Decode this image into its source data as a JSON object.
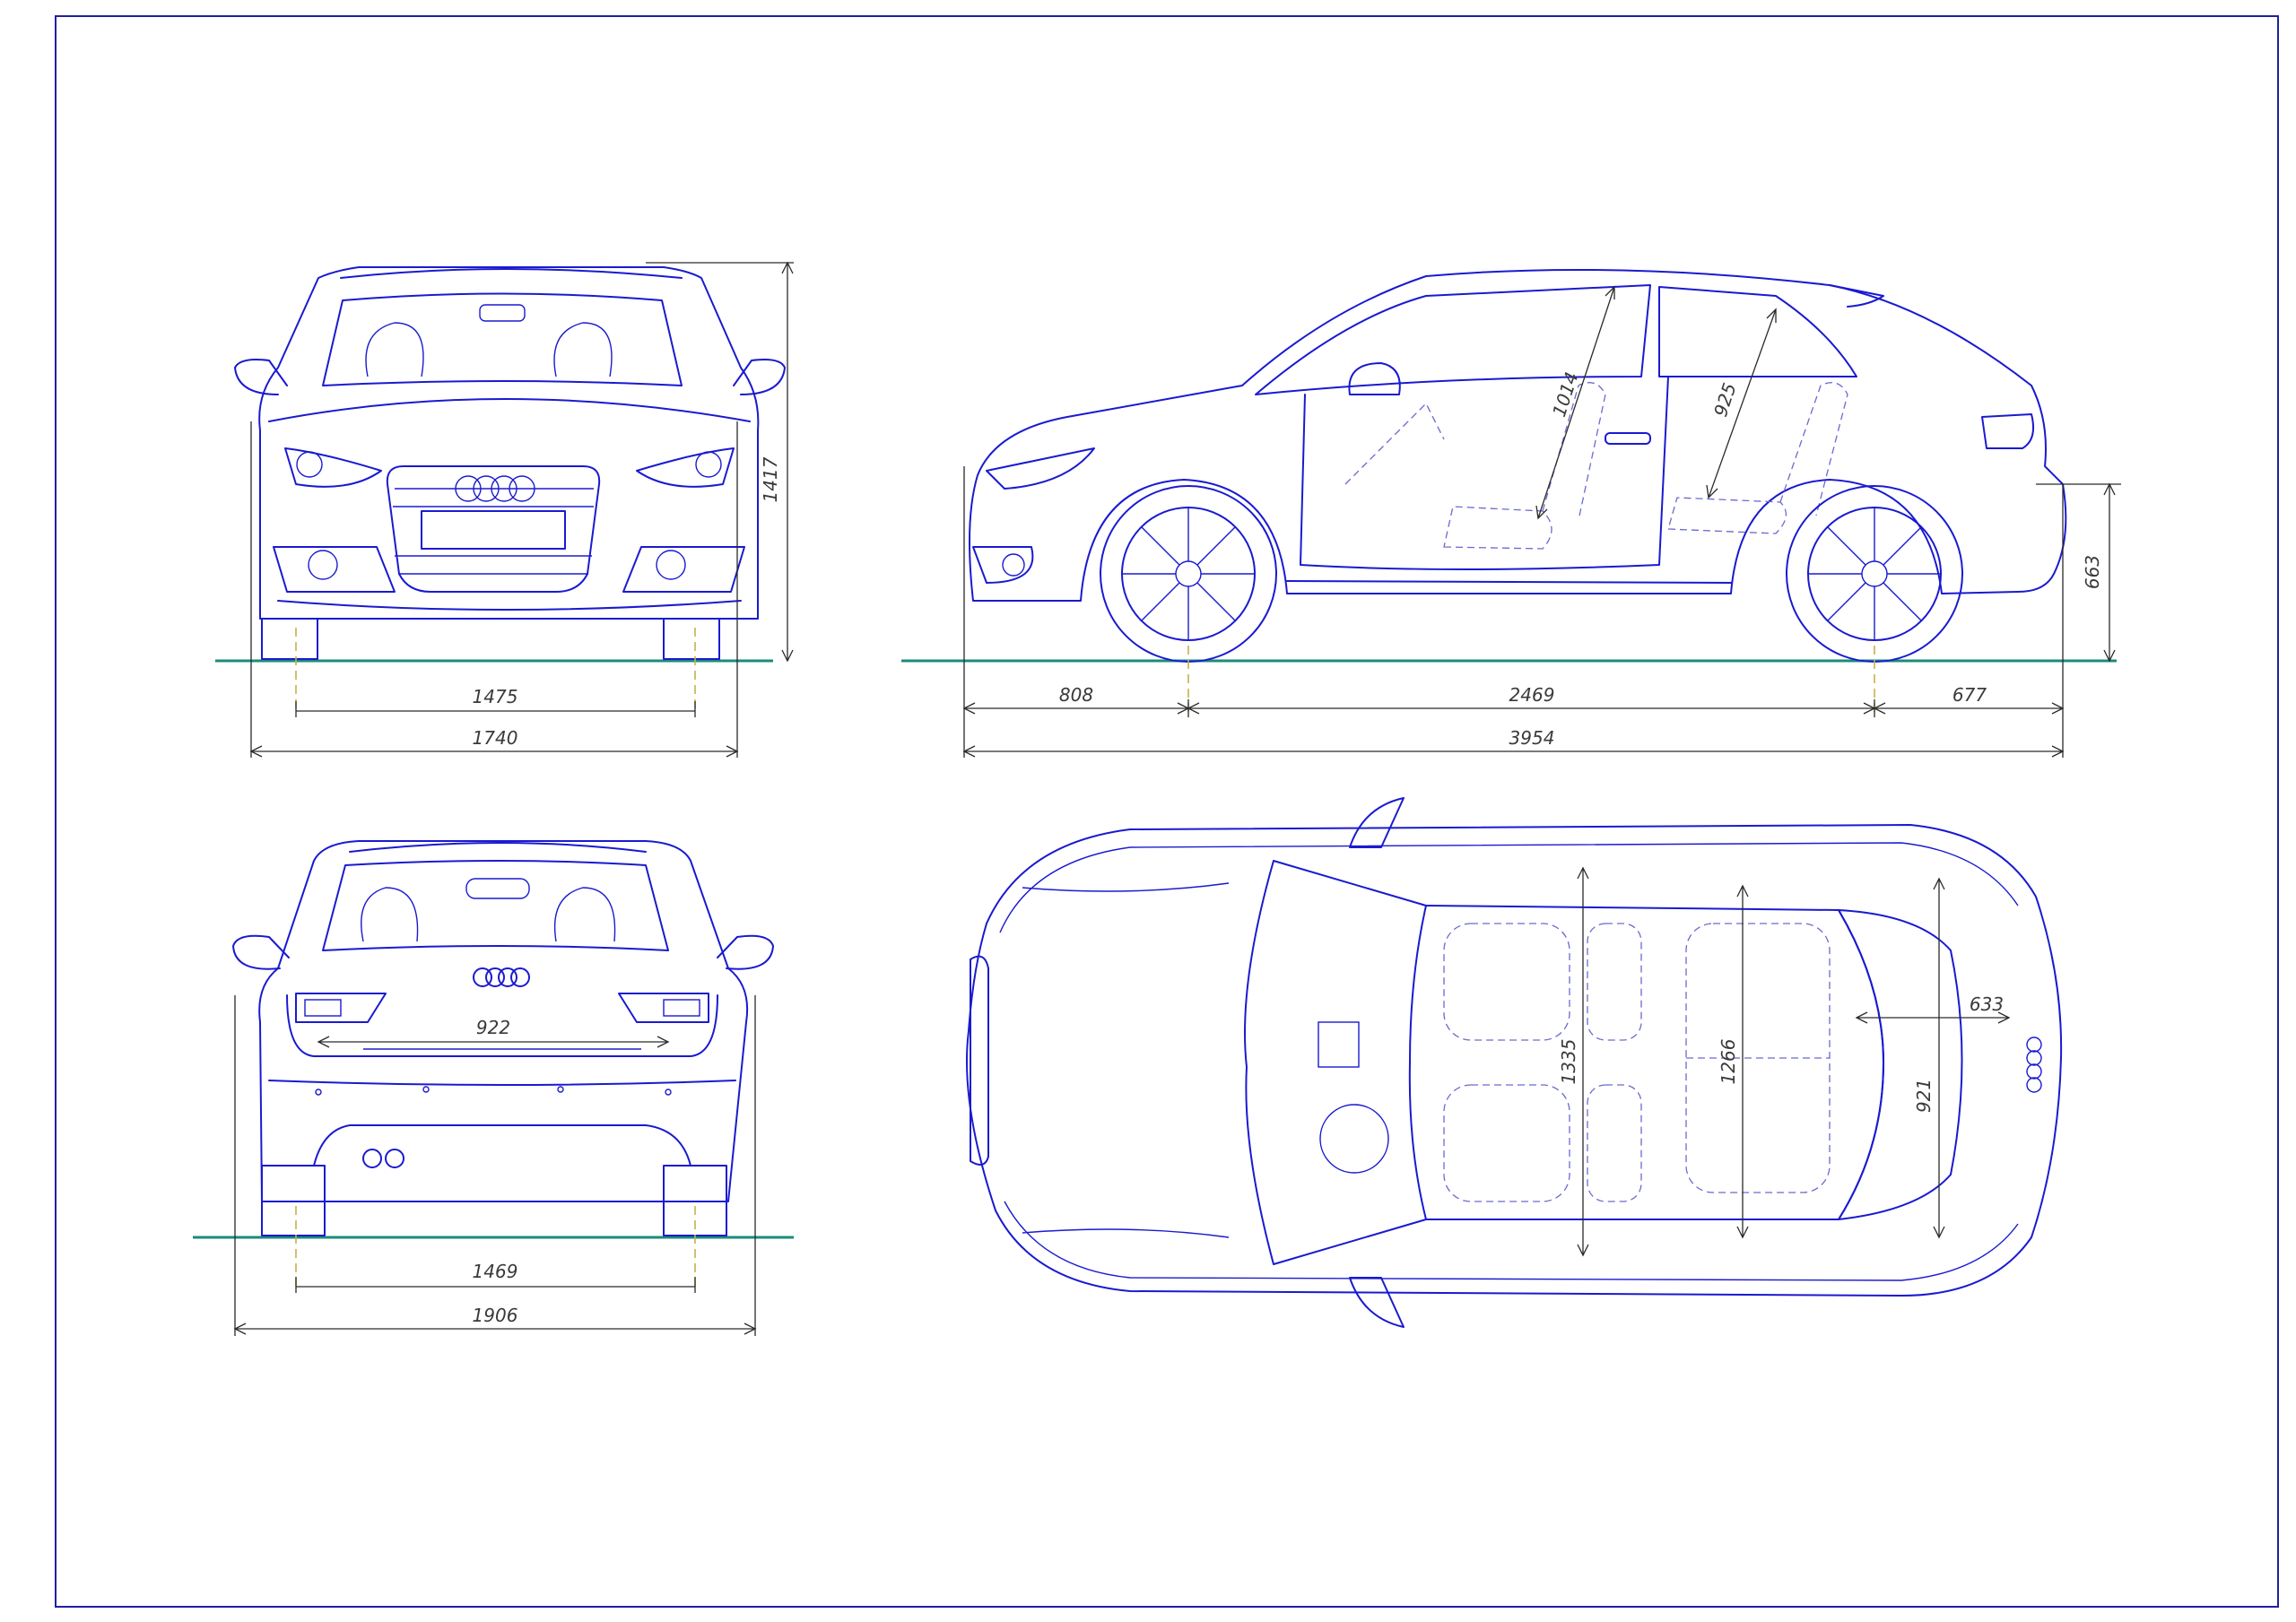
{
  "colors": {
    "ink": "#1a1ad0",
    "ground": "#1a8c7a",
    "dimension": "#2a2a2a",
    "frame": "#2020a0",
    "axis": "#c8b04a"
  },
  "front_view": {
    "height": "1417",
    "track": "1475",
    "width": "1740"
  },
  "side_view": {
    "front_overhang": "808",
    "wheelbase": "2469",
    "rear_overhang": "677",
    "length": "3954",
    "boot_sill_height": "663",
    "front_seat_headroom": "1014",
    "rear_seat_headroom": "925"
  },
  "rear_view": {
    "tailgate_width": "922",
    "track": "1469",
    "width_with_mirrors": "1906"
  },
  "top_view": {
    "front_shoulder_width": "1335",
    "rear_shoulder_width": "1266",
    "boot_length": "633",
    "boot_width": "921"
  }
}
